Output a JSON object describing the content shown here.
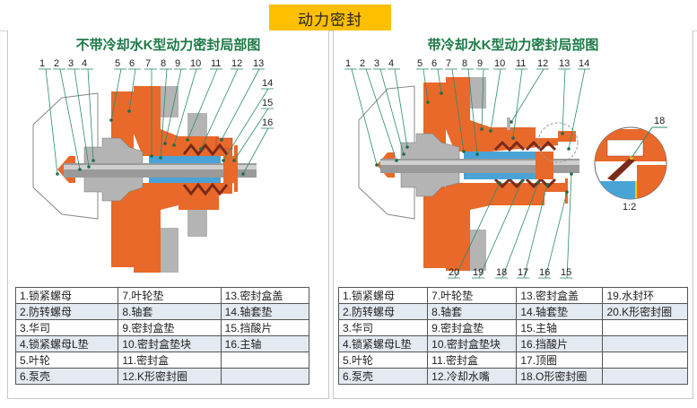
{
  "header": {
    "title": "动力密封",
    "tab_color": "#fdbf00"
  },
  "colors": {
    "title_green": "#1d7a47",
    "part_orange": "#e8692a",
    "sleeve_blue": "#4aa3d6",
    "spring_brown": "#7a2a1a",
    "metal_gray": "#b4b4b4",
    "leader_green": "#2e8b6a"
  },
  "left_panel": {
    "title": "不带冷却水K型动力密封局部图",
    "callouts_top": [
      "1",
      "2",
      "3",
      "4",
      "5",
      "6",
      "7",
      "8",
      "9",
      "10",
      "11",
      "12",
      "13"
    ],
    "callouts_right": [
      "14",
      "15",
      "16"
    ],
    "legend": [
      [
        "1.锁紧螺母",
        "7.叶轮垫",
        "13.密封盒盖"
      ],
      [
        "2.防转螺母",
        "8.轴套",
        "14.轴套垫"
      ],
      [
        "3.华司",
        "9.密封盒垫",
        "15.挡酸片"
      ],
      [
        "4.锁紧螺母L垫",
        "10.密封盒垫块",
        "16.主轴"
      ],
      [
        "5.叶轮",
        "11.密封盒",
        ""
      ],
      [
        "6.泵壳",
        "12.K形密封圈",
        ""
      ]
    ]
  },
  "right_panel": {
    "title": "带冷却水K型动力密封局部图",
    "callouts_top": [
      "1",
      "2",
      "3",
      "4",
      "5",
      "6",
      "7",
      "8",
      "9",
      "10",
      "11",
      "12",
      "13",
      "14"
    ],
    "callouts_bottom": [
      "20",
      "19",
      "18",
      "17",
      "16",
      "15"
    ],
    "detail": {
      "callout": "18",
      "scale": "1:2"
    },
    "legend": [
      [
        "1.锁紧螺母",
        "7.叶轮垫",
        "13.密封盒盖",
        "19.水封环"
      ],
      [
        "2.防转螺母",
        "8.轴套",
        "14.轴套垫",
        "20.K形密封圈"
      ],
      [
        "3.华司",
        "9.密封盒垫",
        "15.主轴",
        ""
      ],
      [
        "4.锁紧螺母L垫",
        "10.密封盒垫块",
        "16.挡酸片",
        ""
      ],
      [
        "5.叶轮",
        "11.密封盒",
        "17.顶圈",
        ""
      ],
      [
        "6.泵壳",
        "12.冷却水嘴",
        "18.O形密封圈",
        ""
      ]
    ]
  }
}
